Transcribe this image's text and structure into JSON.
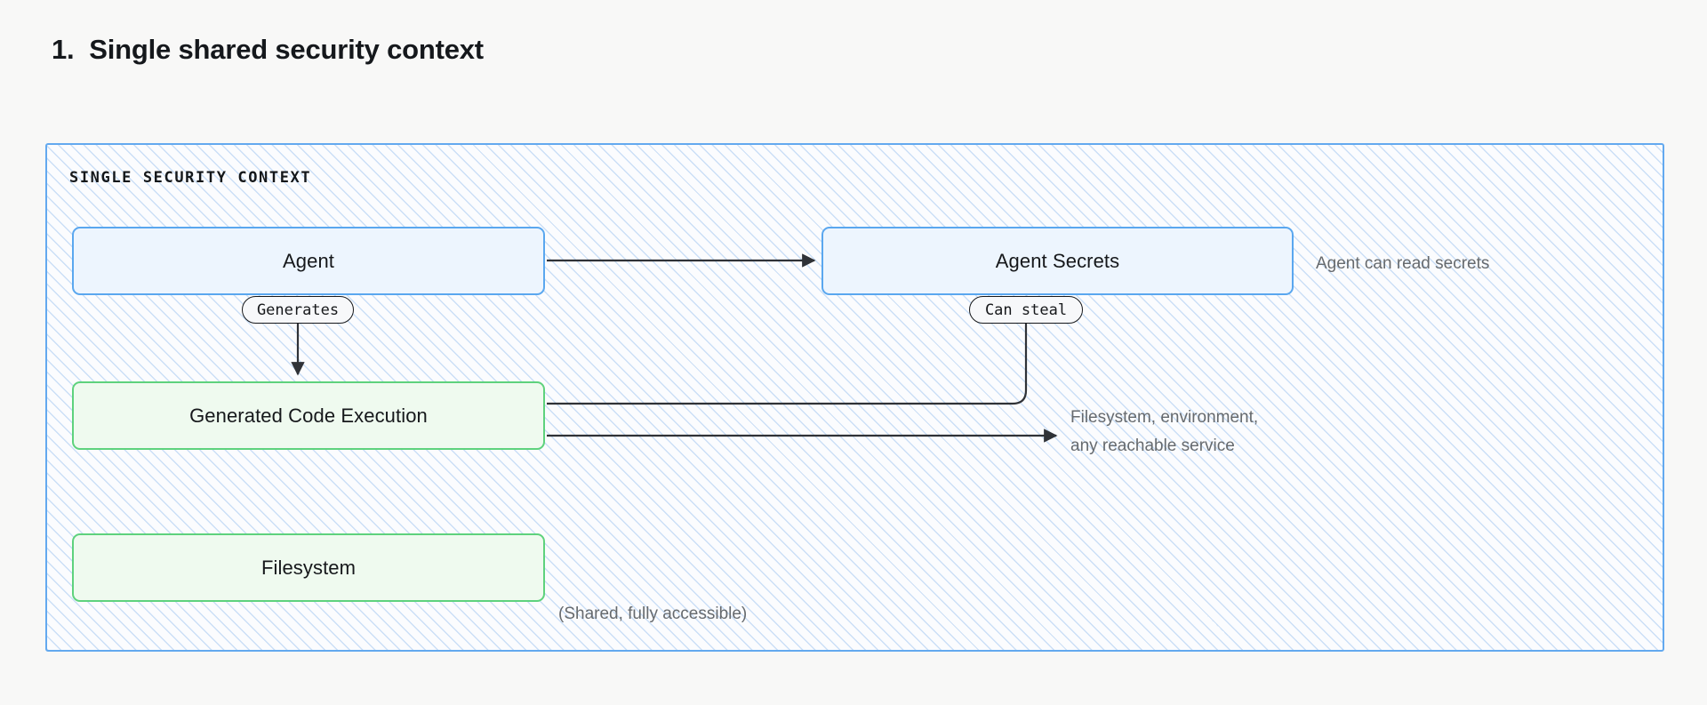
{
  "page": {
    "title": "1.  Single shared security context",
    "background_color": "#f8f8f7"
  },
  "diagram": {
    "container_label": "SINGLE SECURITY CONTEXT",
    "container_border_color": "#63a9ef",
    "nodes": [
      {
        "id": "agent",
        "label": "Agent",
        "kind": "blue",
        "fill": "#edf5fe",
        "border": "#5aa7ef"
      },
      {
        "id": "secrets",
        "label": "Agent Secrets",
        "kind": "blue",
        "fill": "#edf5fe",
        "border": "#5aa7ef"
      },
      {
        "id": "codeexec",
        "label": "Generated Code Execution",
        "kind": "green",
        "fill": "#effaef",
        "border": "#5ed27d"
      },
      {
        "id": "filesystem",
        "label": "Filesystem",
        "kind": "green",
        "fill": "#effaef",
        "border": "#5ed27d"
      }
    ],
    "edge_labels": [
      {
        "id": "generates",
        "label": "Generates"
      },
      {
        "id": "cansteal",
        "label": "Can steal"
      }
    ],
    "annotations": [
      {
        "id": "secrets-note",
        "text": "Agent can read secrets"
      },
      {
        "id": "reach-note",
        "text": "Filesystem, environment,\nany reachable service"
      },
      {
        "id": "fs-note",
        "text": "(Shared, fully accessible)"
      }
    ],
    "edges": [
      {
        "from": "agent",
        "to": "secrets",
        "label": ""
      },
      {
        "from": "agent",
        "to": "codeexec",
        "label": "Generates"
      },
      {
        "from": "codeexec",
        "to": "secrets",
        "label": "Can steal"
      },
      {
        "from": "codeexec",
        "to": "reach-note",
        "label": ""
      }
    ],
    "edge_color": "#2f3237"
  }
}
